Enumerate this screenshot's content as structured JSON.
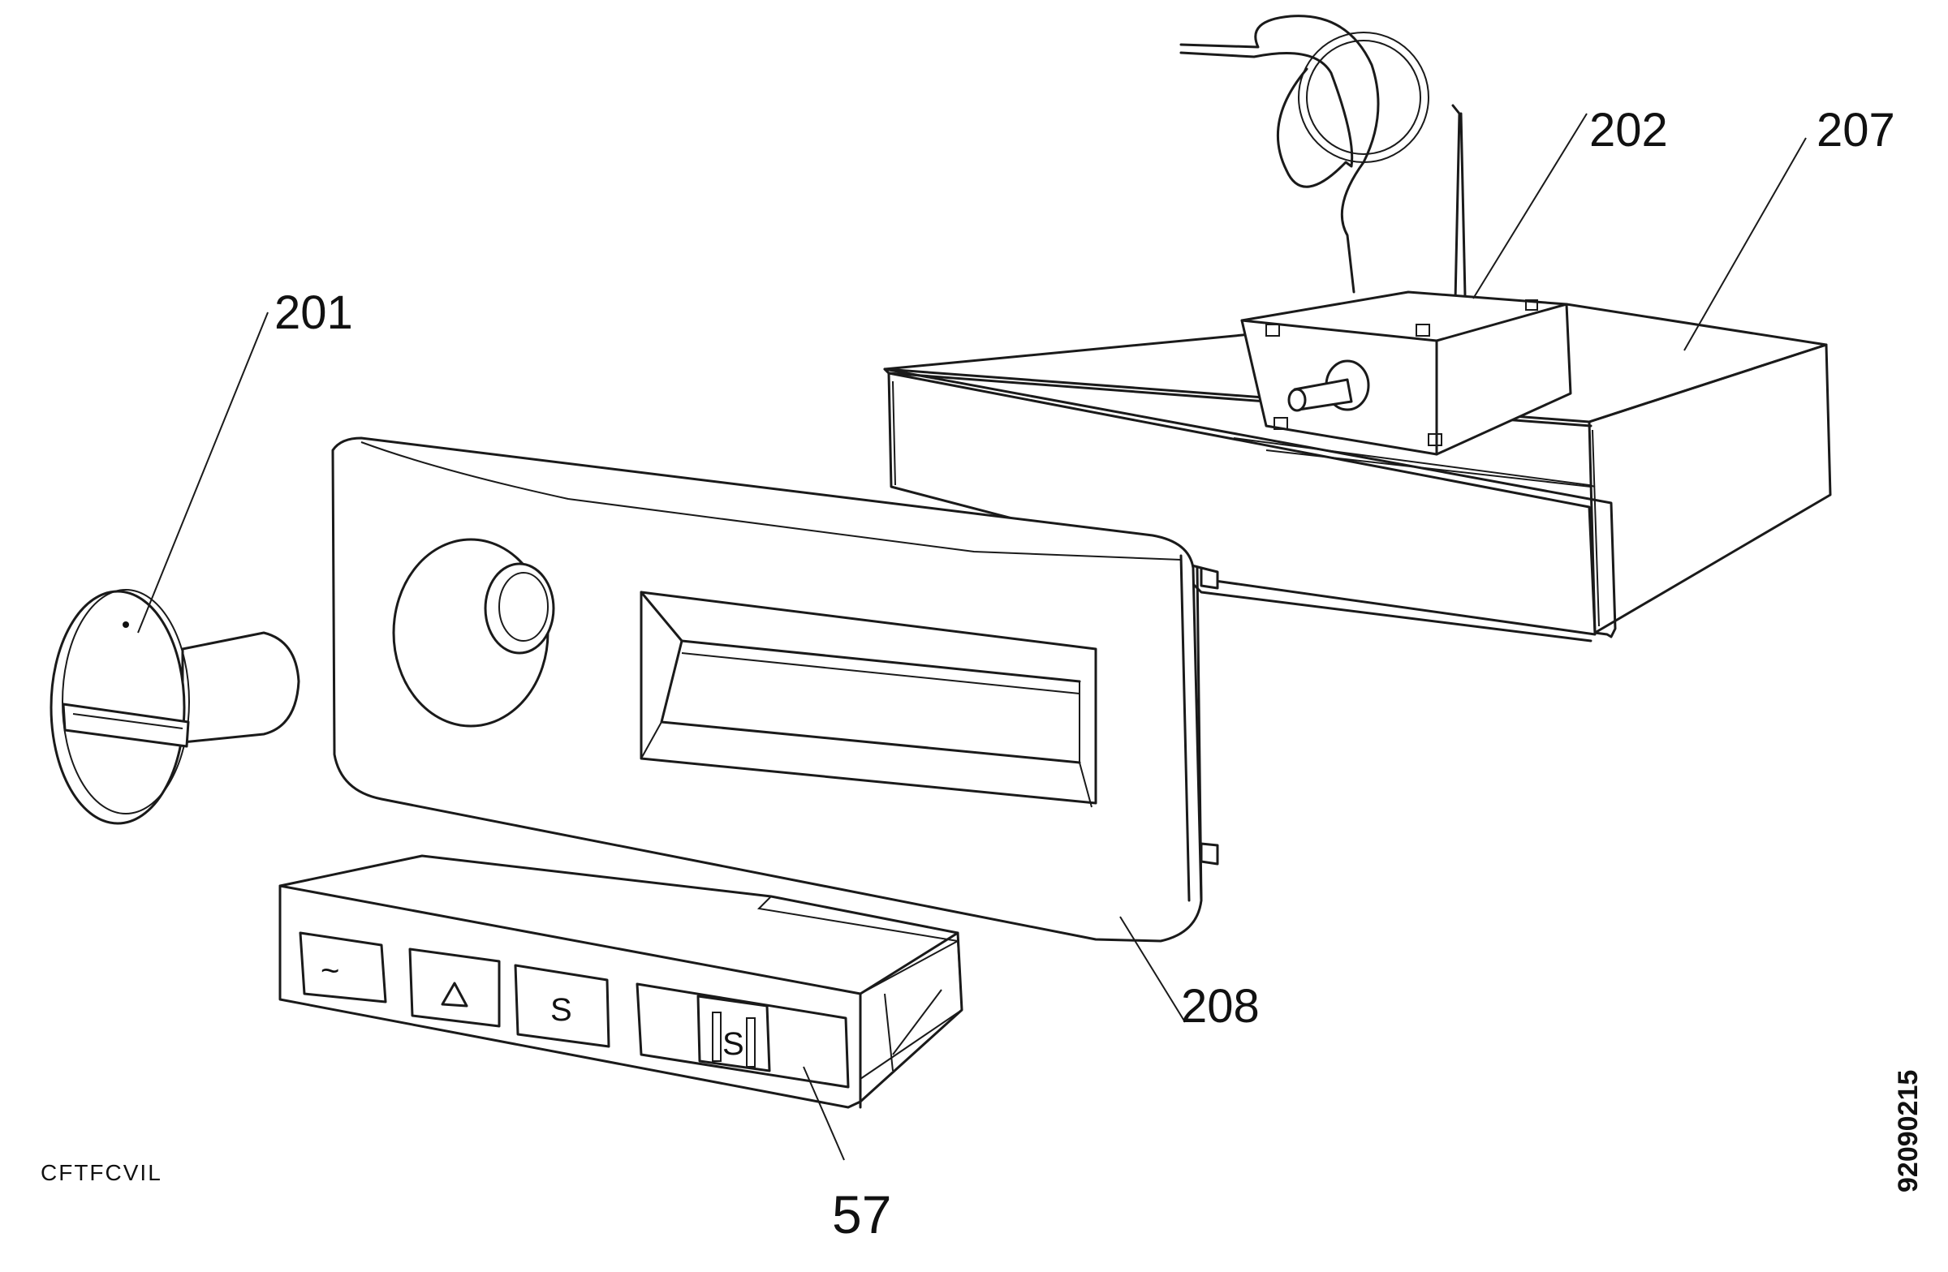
{
  "callouts": {
    "c201": "201",
    "c202": "202",
    "c207": "207",
    "c208": "208",
    "c57": "57"
  },
  "footer": {
    "left_code": "CFTFCVIL",
    "doc_number": "92090215"
  },
  "panel_buttons": {
    "b1_glyph": "~",
    "b3_glyph": "S",
    "b4_glyph": "S"
  }
}
